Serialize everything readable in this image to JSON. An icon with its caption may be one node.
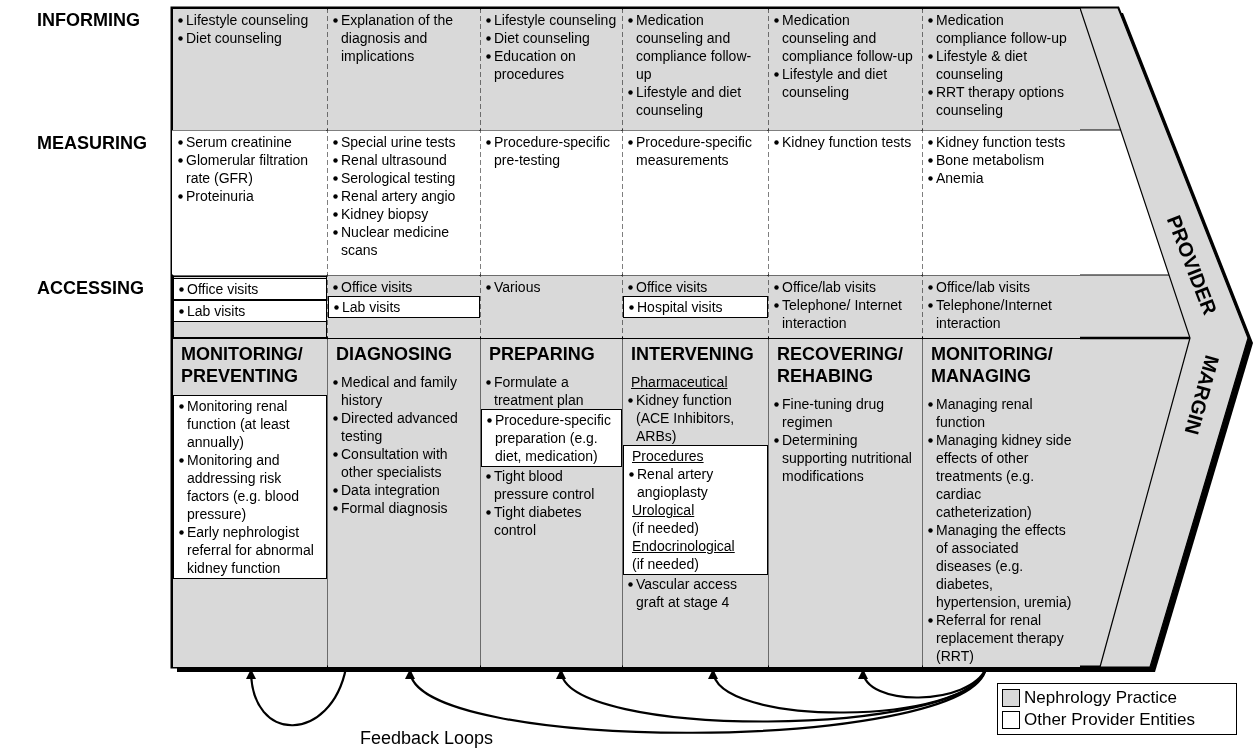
{
  "diagram": {
    "nodes": [
      {
        "text": [
          "Lifestyle counseling",
          "Diet counseling"
        ]
      },
      {
        "text": [
          "Explanation of the diagnosis and implications"
        ]
      },
      {
        "text": [
          "Lifestyle counseling",
          "Diet counseling",
          "Education on procedures"
        ]
      },
      {
        "text": [
          "Medication counseling and compliance follow-up",
          "Lifestyle and diet counseling"
        ]
      },
      {
        "text": [
          "Medication counseling and compliance follow-up",
          "Lifestyle and diet counseling"
        ]
      },
      {
        "text": [
          "Medication compliance follow-up",
          "Lifestyle & diet counseling",
          "RRT therapy options counseling"
        ]
      },
      {
        "text": [
          "Serum creatinine",
          "Glomerular filtration rate (GFR)",
          "Proteinuria"
        ]
      },
      {
        "text": [
          "Special urine tests",
          "Renal ultrasound",
          "Serological testing",
          "Renal artery angio",
          "Kidney biopsy",
          "Nuclear medicine scans"
        ]
      },
      {
        "text": [
          "Procedure-specific pre-testing"
        ]
      },
      {
        "text": [
          "Procedure-specific measurements"
        ]
      },
      {
        "text": [
          "Kidney function tests"
        ]
      },
      {
        "text": [
          "Kidney function tests",
          "Bone metabolism",
          "Anemia"
        ]
      },
      {
        "text": [],
        "shape": "box"
      },
      {
        "text": [
          "Office visits"
        ],
        "in": 12
      },
      {
        "text": [
          "Lab visits"
        ],
        "in": 12
      },
      {
        "text": [
          "Office visits"
        ]
      },
      {
        "text": [
          "Lab visits"
        ],
        "in": 15
      },
      {
        "text": [
          "Various"
        ]
      },
      {
        "text": [
          "Office visits"
        ]
      },
      {
        "text": [
          "Hospital visits"
        ],
        "in": 18
      },
      {
        "text": [
          "Office/lab visits",
          "Telephone/ Internet interaction"
        ]
      },
      {
        "text": [
          "Office/lab visits",
          "Telephone/Internet interaction"
        ]
      },
      {
        "text": [
          "MONITORING/ PREVENTING"
        ]
      },
      {
        "text": [
          "Monitoring renal function (at least annually)",
          "Monitoring and addressing risk factors (e.g. blood pressure)",
          "Early nephrologist referral for abnormal kidney function"
        ],
        "in": 22
      },
      {
        "text": [
          "DIAGNOSING",
          "Medical and family history",
          "Directed advanced testing",
          "Consultation with other specialists",
          "Data integration",
          "Formal diagnosis"
        ]
      },
      {
        "text": [
          "PREPARING",
          "Formulate a treatment plan",
          "Tight blood pressure control",
          "Tight diabetes control"
        ]
      },
      {
        "text": [
          "Procedure-specific preparation (e.g. diet, medication)"
        ],
        "in": 25
      },
      {
        "text": [
          "INTERVENING",
          "Pharmaceutical",
          "Kidney function (ACE Inhibitors, ARBs)",
          "Vascular access graft at stage 4"
        ]
      },
      {
        "text": [
          "Procedures",
          "Renal artery angioplasty",
          "Urological",
          "(if needed)",
          "Endocrinological",
          "(if needed)"
        ],
        "in": 27
      },
      {
        "text": [
          "RECOVERING/ REHABING",
          "Fine-tuning drug regimen",
          "Determining supporting nutritional modifications"
        ]
      },
      {
        "text": [
          "MONITORING/ MANAGING",
          "Managing renal function",
          "Managing kidney side effects of other treatments (e.g. cardiac catheterization)",
          "Managing the effects of associated diseases (e.g. diabetes, hypertension, uremia)",
          "Referral for renal replacement therapy (RRT)"
        ]
      },
      {
        "text": [
          "PROVIDER",
          "MARGIN"
        ]
      }
    ],
    "edges": [
      {
        "from": 24,
        "to": 22,
        "arrow": "to"
      },
      {
        "from": 30,
        "to": 24,
        "arrow": "to"
      },
      {
        "from": 30,
        "to": 25,
        "arrow": "to"
      },
      {
        "from": 30,
        "to": 27,
        "arrow": "to"
      },
      {
        "from": 30,
        "to": 29,
        "arrow": "to"
      }
    ],
    "labels": [
      "INFORMING",
      "MEASURING",
      "ACCESSING",
      "Feedback Loops"
    ],
    "legend": [
      {
        "text": "Nephrology Practice",
        "color": "#d9d9d9"
      },
      {
        "text": "Other Provider Entities",
        "color": "#ffffff"
      }
    ]
  }
}
